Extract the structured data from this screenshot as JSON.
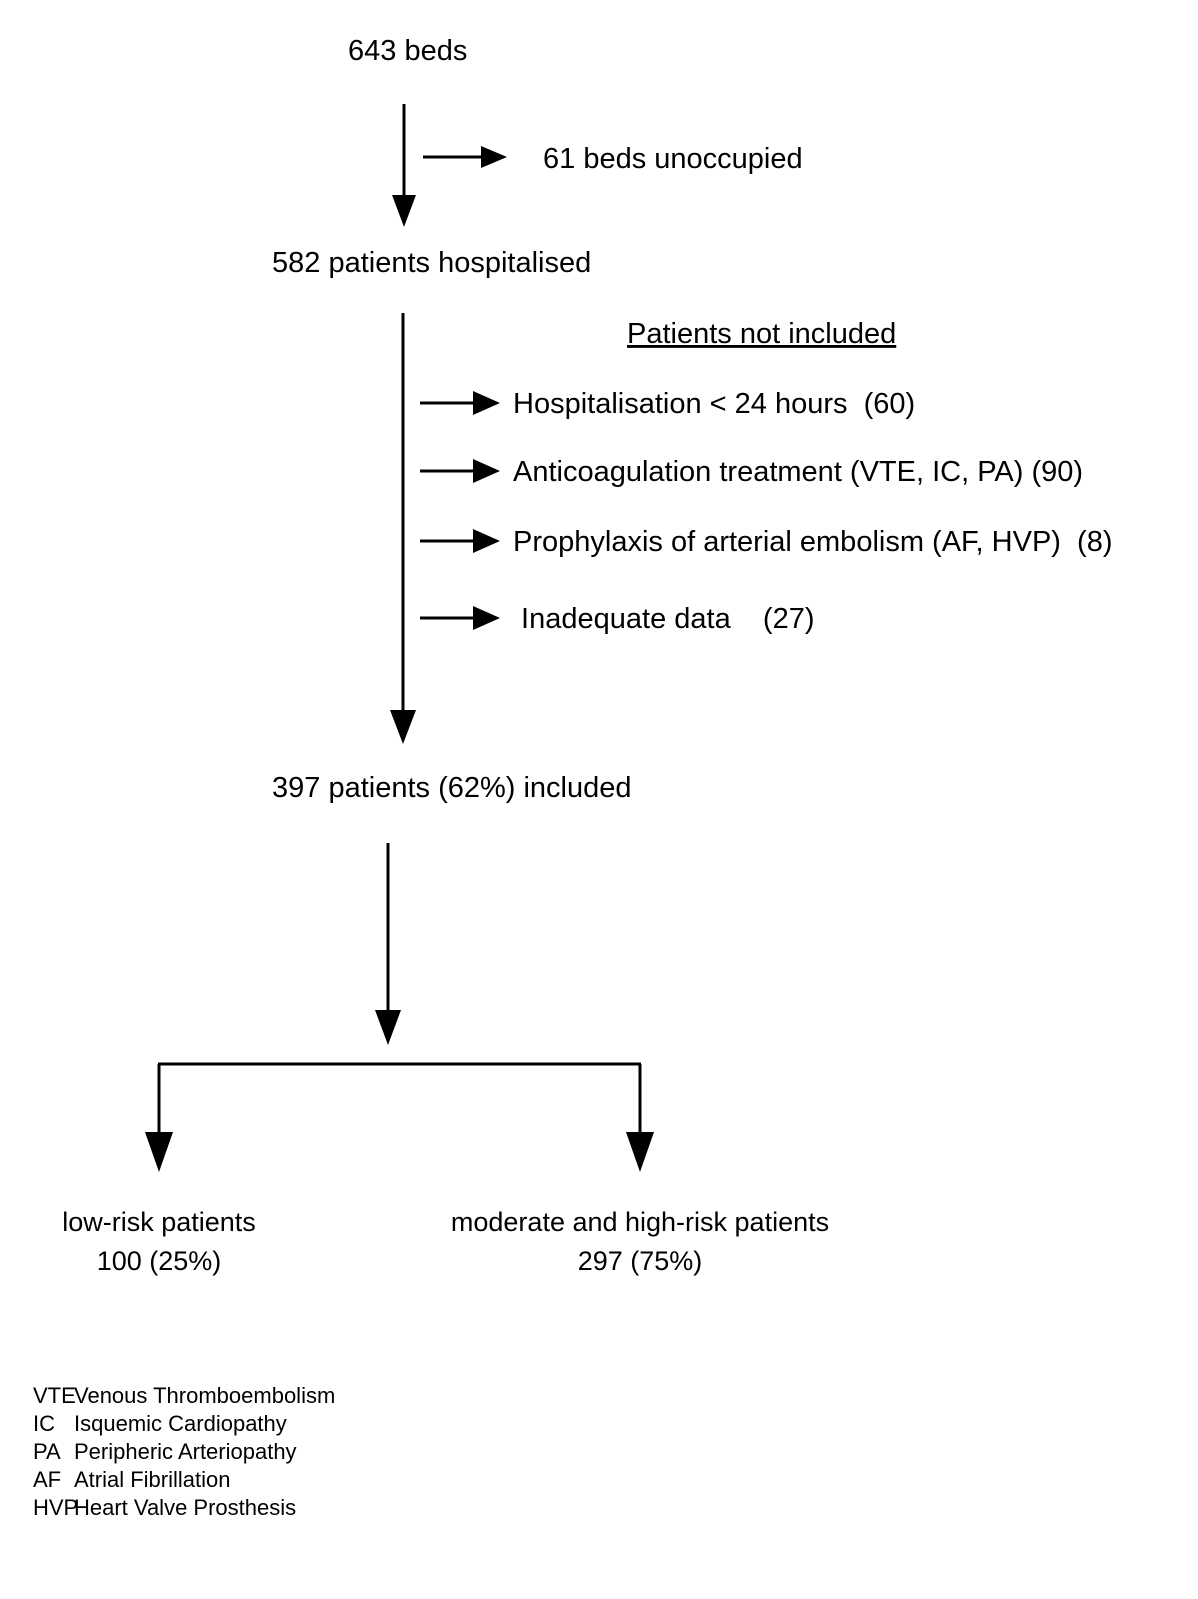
{
  "diagram": {
    "type": "patient-flow-flowchart",
    "title_node": "643 beds",
    "colors": {
      "ink": "#000000",
      "background": "#ffffff"
    },
    "nodes": {
      "beds_total": "643 beds",
      "beds_unoccupied": "61 beds unoccupied",
      "hospitalised": "582 patients hospitalised",
      "included": "397 patients (62%) included"
    },
    "exclusions": {
      "heading": "Patients not included",
      "items": [
        "Hospitalisation < 24 hours  (60)",
        "Anticoagulation treatment (VTE, IC, PA) (90)",
        "Prophylaxis of arterial embolism (AF, HVP)  (8)",
        " Inadequate data    (27)"
      ]
    },
    "outcomes": [
      {
        "label": "low-risk patients",
        "value": "100 (25%)"
      },
      {
        "label": "moderate and high-risk patients",
        "value": "297 (75%)"
      }
    ],
    "legend": [
      {
        "abbr": "VTE",
        "term": "Venous Thromboembolism"
      },
      {
        "abbr": "IC",
        "term": "Isquemic Cardiopathy"
      },
      {
        "abbr": "PA",
        "term": "Peripheric Arteriopathy"
      },
      {
        "abbr": "AF",
        "term": "Atrial Fibrillation"
      },
      {
        "abbr": "HVP",
        "term": "Heart Valve Prosthesis"
      }
    ]
  },
  "chart_data": {
    "type": "flowchart",
    "title": "Patient inclusion flow diagram",
    "stages": [
      {
        "name": "643 beds",
        "count": 643
      },
      {
        "name": "61 beds unoccupied",
        "count": 61,
        "branch": "excluded"
      },
      {
        "name": "582 patients hospitalised",
        "count": 582
      },
      {
        "name": "Hospitalisation < 24 hours",
        "count": 60,
        "branch": "excluded"
      },
      {
        "name": "Anticoagulation treatment (VTE, IC, PA)",
        "count": 90,
        "branch": "excluded"
      },
      {
        "name": "Prophylaxis of arterial embolism (AF, HVP)",
        "count": 8,
        "branch": "excluded"
      },
      {
        "name": "Inadequate data",
        "count": 27,
        "branch": "excluded"
      },
      {
        "name": "397 patients (62%) included",
        "count": 397,
        "percent": 62
      },
      {
        "name": "low-risk patients",
        "count": 100,
        "percent": 25
      },
      {
        "name": "moderate and high-risk patients",
        "count": 297,
        "percent": 75
      }
    ]
  }
}
